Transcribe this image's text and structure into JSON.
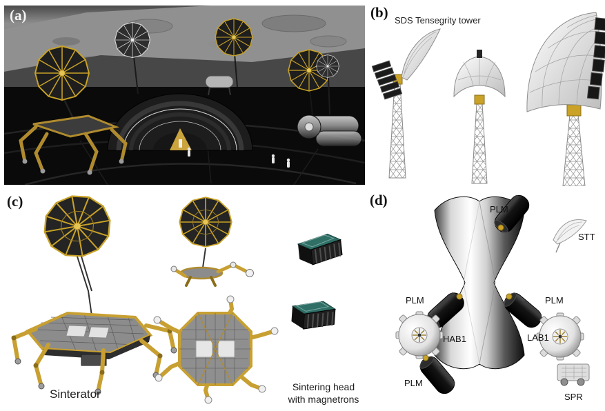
{
  "figure": {
    "panel_a": {
      "label": "(a)"
    },
    "panel_b": {
      "label": "(b)",
      "title": "SDS Tensegrity tower"
    },
    "panel_c": {
      "label": "(c)",
      "caption": "Sinterator",
      "caption2_line1": "Sintering head",
      "caption2_line2": "with magnetrons"
    },
    "panel_d": {
      "label": "(d)",
      "plm_top": "PLM",
      "stt": "STT",
      "plm_left": "PLM",
      "plm_right": "PLM",
      "hab1": "HAB1",
      "lab1": "LAB1",
      "plm_bottom": "PLM",
      "spr": "SPR"
    }
  },
  "colors": {
    "gold_accent": "#c9a227",
    "dark_metal": "#1a1a1a",
    "teal_head": "#2f6f66",
    "page_background": "#ffffff"
  }
}
